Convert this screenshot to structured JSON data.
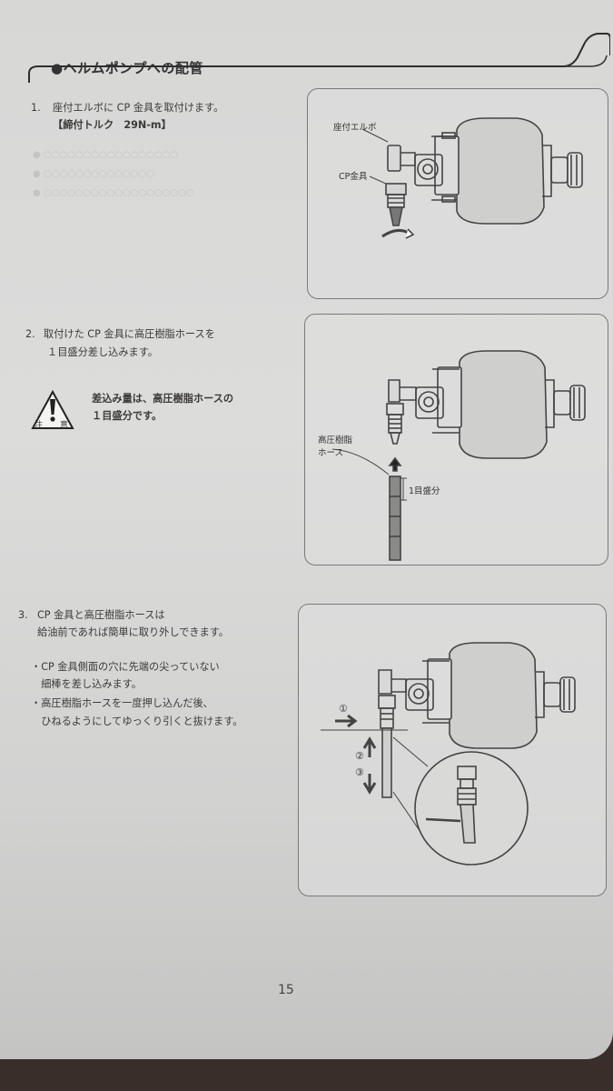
{
  "header": {
    "title": "●ヘルムポンプへの配管"
  },
  "steps": [
    {
      "number": "1.",
      "line1": "座付エルボに CP 金具を取付けます。",
      "line2": "【締付トルク　29N-m】",
      "labels": {
        "elbow": "座付エルボ",
        "cp_fitting": "CP金具"
      }
    },
    {
      "number": "2.",
      "line1": "取付けた CP 金具に高圧樹脂ホースを",
      "line2": "１目盛分差し込みます。",
      "caution": {
        "icon_label": "注",
        "icon_label2": "意",
        "line1": "差込み量は、高圧樹脂ホースの",
        "line2": "１目盛分です。"
      },
      "labels": {
        "hose_line1": "高圧樹脂",
        "hose_line2": "ホース",
        "one_mark": "1目盛分"
      }
    },
    {
      "number": "3.",
      "line1": "CP 金具と高圧樹脂ホースは",
      "line2": "給油前であれば簡単に取り外しできます。",
      "bullets": [
        {
          "line1": "・CP 金具側面の穴に先端の尖っていない",
          "line2": "　細棒を差し込みます。"
        },
        {
          "line1": "・高圧樹脂ホースを一度押し込んだ後、",
          "line2": "　ひねるようにしてゆっくり引くと抜けます。"
        }
      ],
      "labels": {
        "n1": "①",
        "n2": "②",
        "n3": "③"
      }
    }
  ],
  "page_number": "15",
  "colors": {
    "paper": "#d9d9d8",
    "ink": "#3c3b39",
    "line": "#555555",
    "background": "#3a2e2b"
  }
}
